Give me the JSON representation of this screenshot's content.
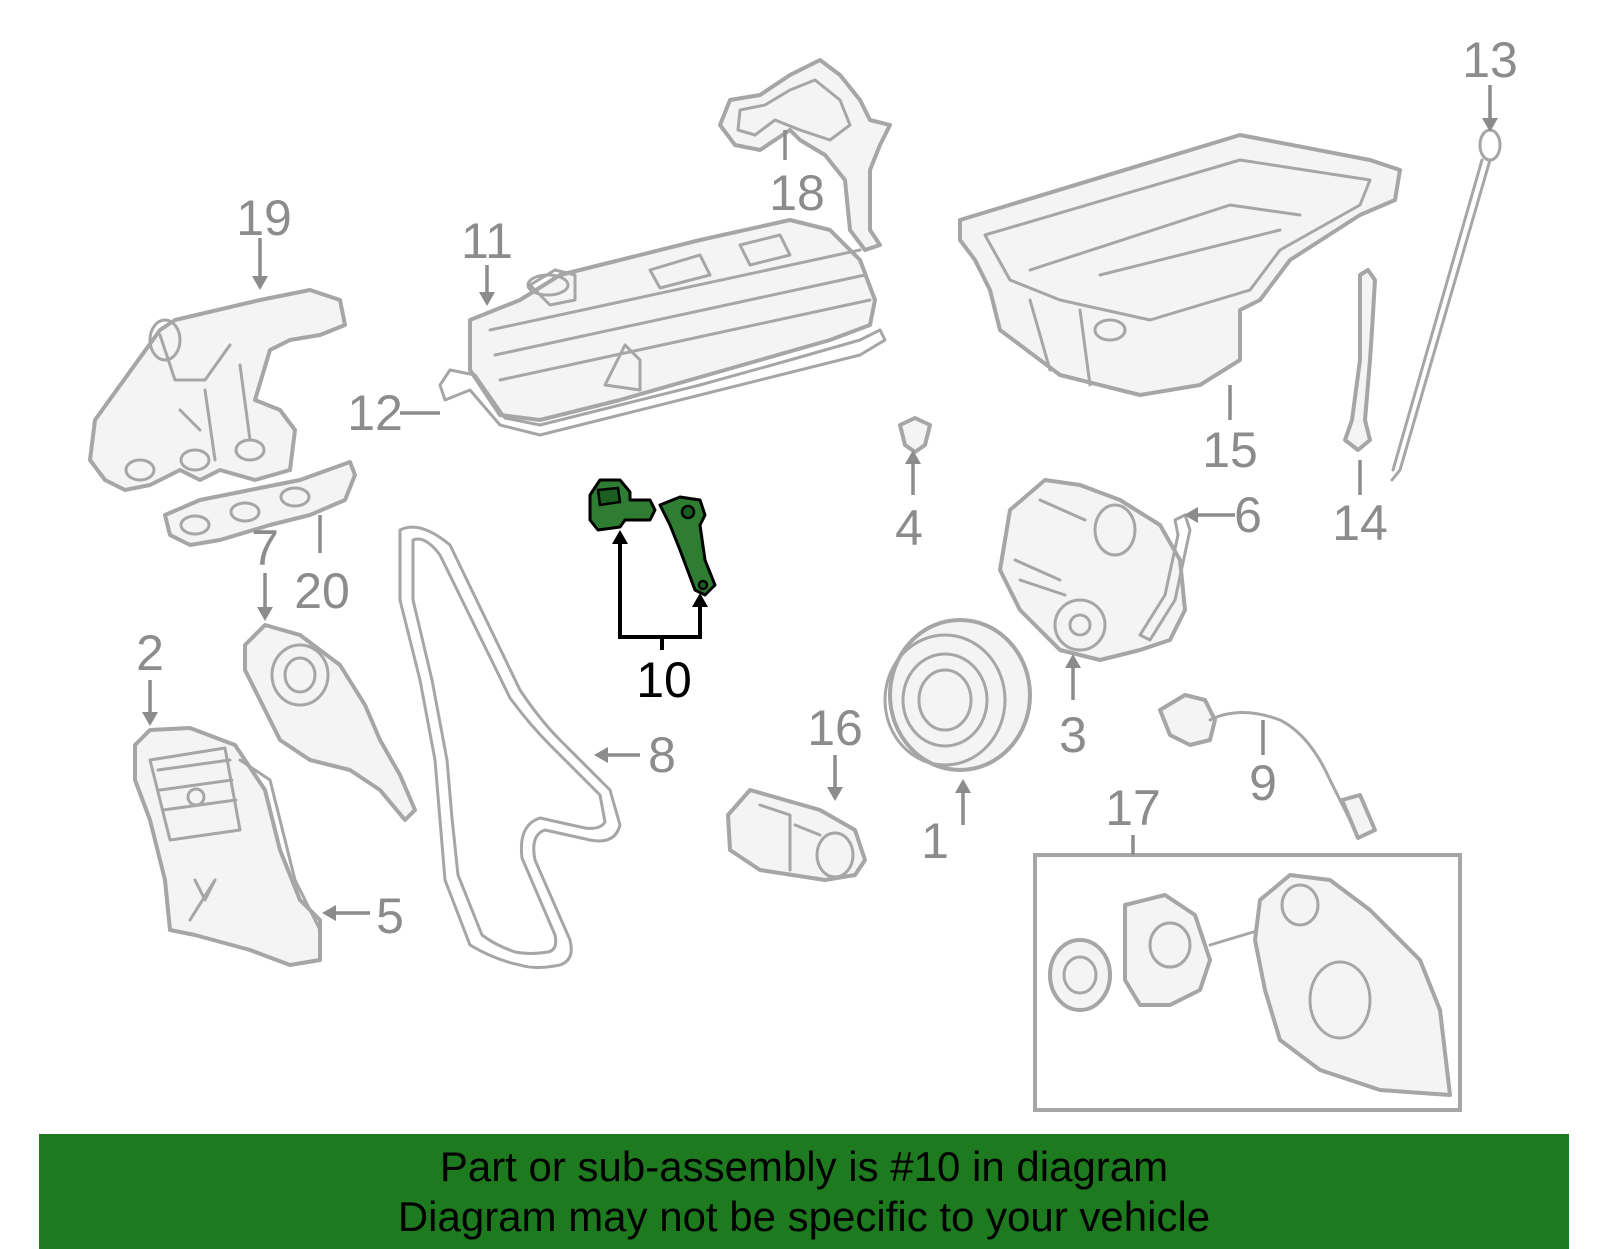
{
  "diagram": {
    "callouts": {
      "c1": "1",
      "c2": "2",
      "c3": "3",
      "c4": "4",
      "c5": "5",
      "c6": "6",
      "c7": "7",
      "c8": "8",
      "c9": "9",
      "c10": "10",
      "c11": "11",
      "c12": "12",
      "c13": "13",
      "c14": "14",
      "c15": "15",
      "c16": "16",
      "c17": "17",
      "c18": "18",
      "c19": "19",
      "c20": "20"
    },
    "highlighted_part": "10",
    "colors": {
      "highlight": "#2e7d32",
      "banner": "#1e7a1e",
      "ghost_parts": "#a6a6a6",
      "callout_text": "#8c8c8c"
    }
  },
  "banner": {
    "line1": "Part or sub-assembly is #10 in diagram",
    "line2": "Diagram may not be specific to your vehicle"
  }
}
